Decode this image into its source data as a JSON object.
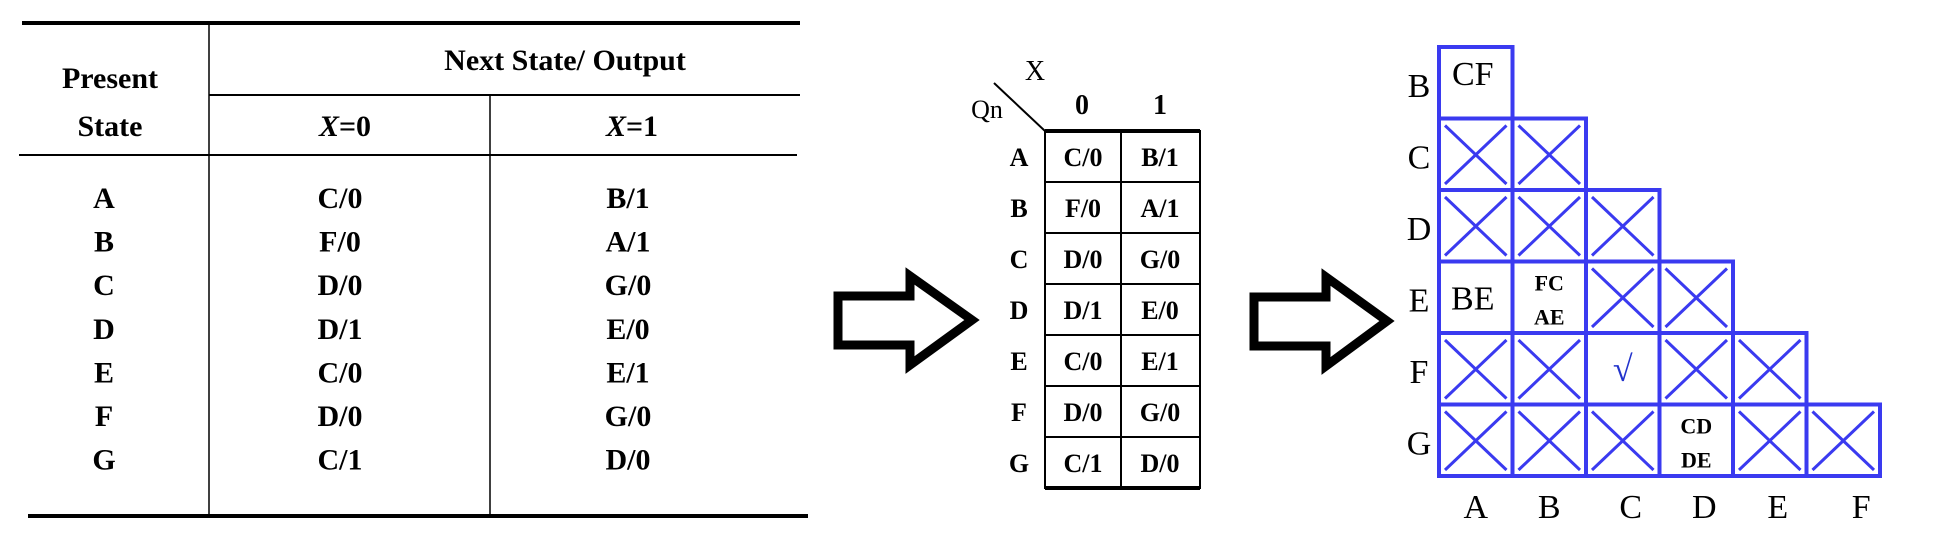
{
  "state_table": {
    "present_state_header": [
      "Present",
      "State"
    ],
    "next_state_header": "Next State/ Output",
    "input_headers": [
      {
        "var": "X",
        "eq": "=0"
      },
      {
        "var": "X",
        "eq": "=1"
      }
    ],
    "rows": [
      {
        "state": "A",
        "x0": "C/0",
        "x1": "B/1"
      },
      {
        "state": "B",
        "x0": "F/0",
        "x1": "A/1"
      },
      {
        "state": "C",
        "x0": "D/0",
        "x1": "G/0"
      },
      {
        "state": "D",
        "x0": "D/1",
        "x1": "E/0"
      },
      {
        "state": "E",
        "x0": "C/0",
        "x1": "E/1"
      },
      {
        "state": "F",
        "x0": "D/0",
        "x1": "G/0"
      },
      {
        "state": "G",
        "x0": "C/1",
        "x1": "D/0"
      }
    ]
  },
  "compact_table": {
    "input_label": "X",
    "state_label": "Qn",
    "input_values": [
      "0",
      "1"
    ]
  },
  "implication_chart": {
    "row_labels": [
      "B",
      "C",
      "D",
      "E",
      "F",
      "G"
    ],
    "col_labels": [
      "A",
      "B",
      "C",
      "D",
      "E",
      "F"
    ],
    "cells": [
      [
        {
          "text": [
            "CF"
          ]
        }
      ],
      [
        {
          "x": true
        },
        {
          "x": true
        }
      ],
      [
        {
          "x": true
        },
        {
          "x": true
        },
        {
          "x": true
        }
      ],
      [
        {
          "text": [
            "BE"
          ]
        },
        {
          "text": [
            "FC",
            "AE"
          ],
          "small": true
        },
        {
          "x": true
        },
        {
          "x": true
        }
      ],
      [
        {
          "x": true
        },
        {
          "x": true
        },
        {
          "text": [
            "√"
          ],
          "check": true
        },
        {
          "x": true
        },
        {
          "x": true
        }
      ],
      [
        {
          "x": true
        },
        {
          "x": true
        },
        {
          "x": true
        },
        {
          "text": [
            "CD",
            "DE"
          ],
          "small": true
        },
        {
          "x": true
        },
        {
          "x": true
        }
      ]
    ],
    "color": "#3a3af0"
  }
}
